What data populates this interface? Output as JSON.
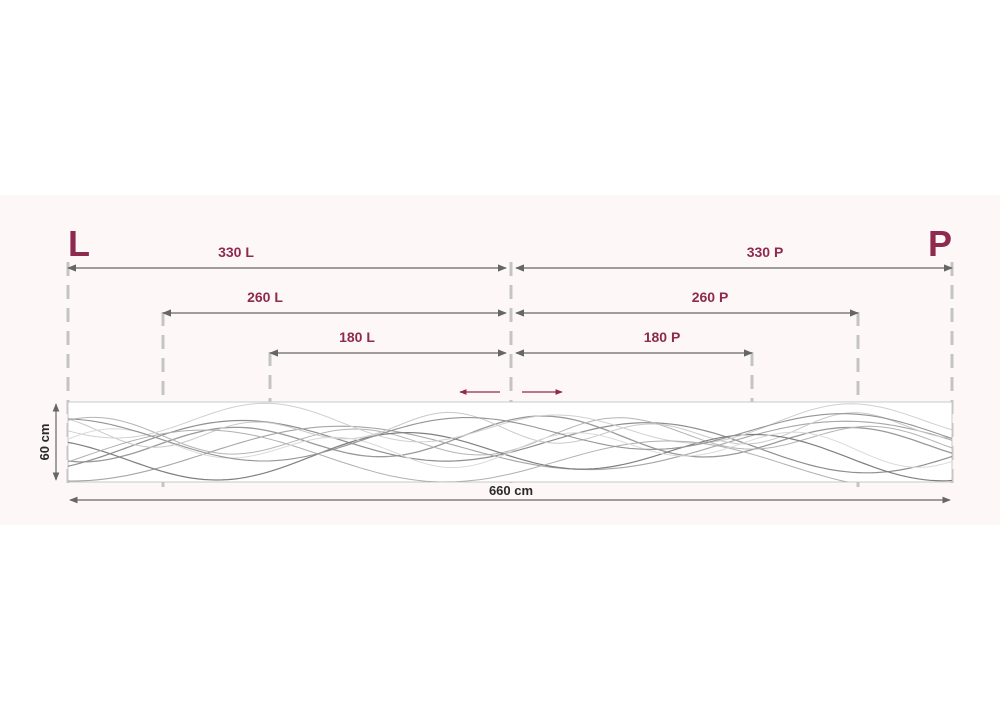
{
  "side_left": "L",
  "side_right": "P",
  "left_labels": [
    "330 L",
    "260 L",
    "180 L"
  ],
  "right_labels": [
    "330 P",
    "260 P",
    "180 P"
  ],
  "height_label": "60 cm",
  "width_label": "660 cm",
  "colors": {
    "accent": "#8e2a4f",
    "arrow": "#666666",
    "guide": "#c4c4c4",
    "band_bg": "#fdf8f7",
    "panel_stroke": "#c8c8c8"
  }
}
